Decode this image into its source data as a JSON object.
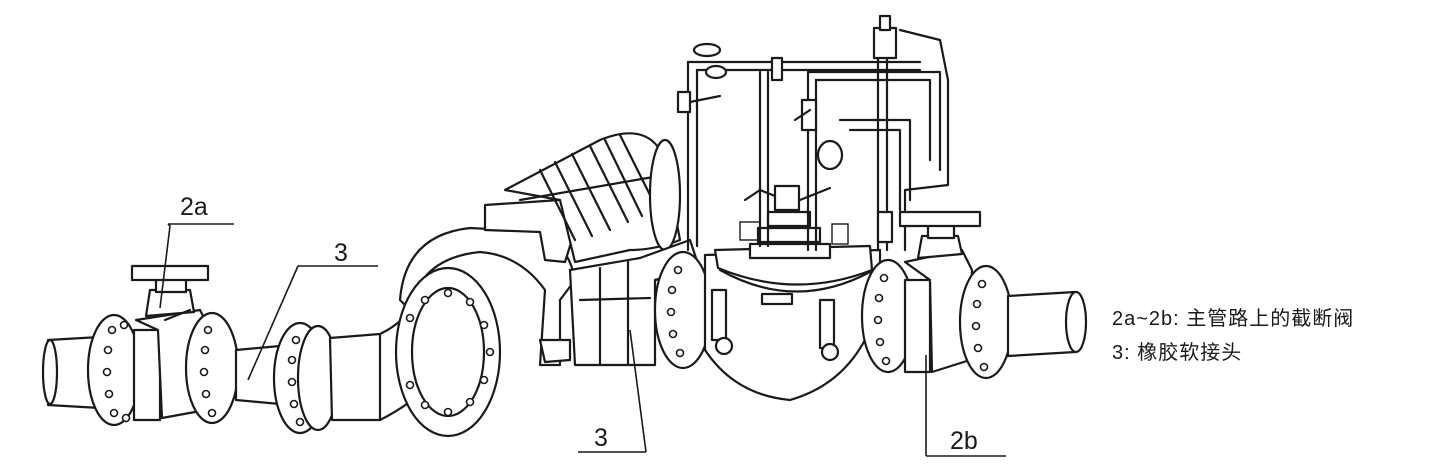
{
  "callouts": {
    "valve_2a": "2a",
    "joint_left": "3",
    "joint_center": "3",
    "valve_2b": "2b"
  },
  "legend": {
    "line1": "2a~2b:  主管路上的截断阀",
    "line2": "3:  橡胶软接头"
  },
  "colors": {
    "line": "#1a1a1a",
    "background": "#ffffff"
  }
}
